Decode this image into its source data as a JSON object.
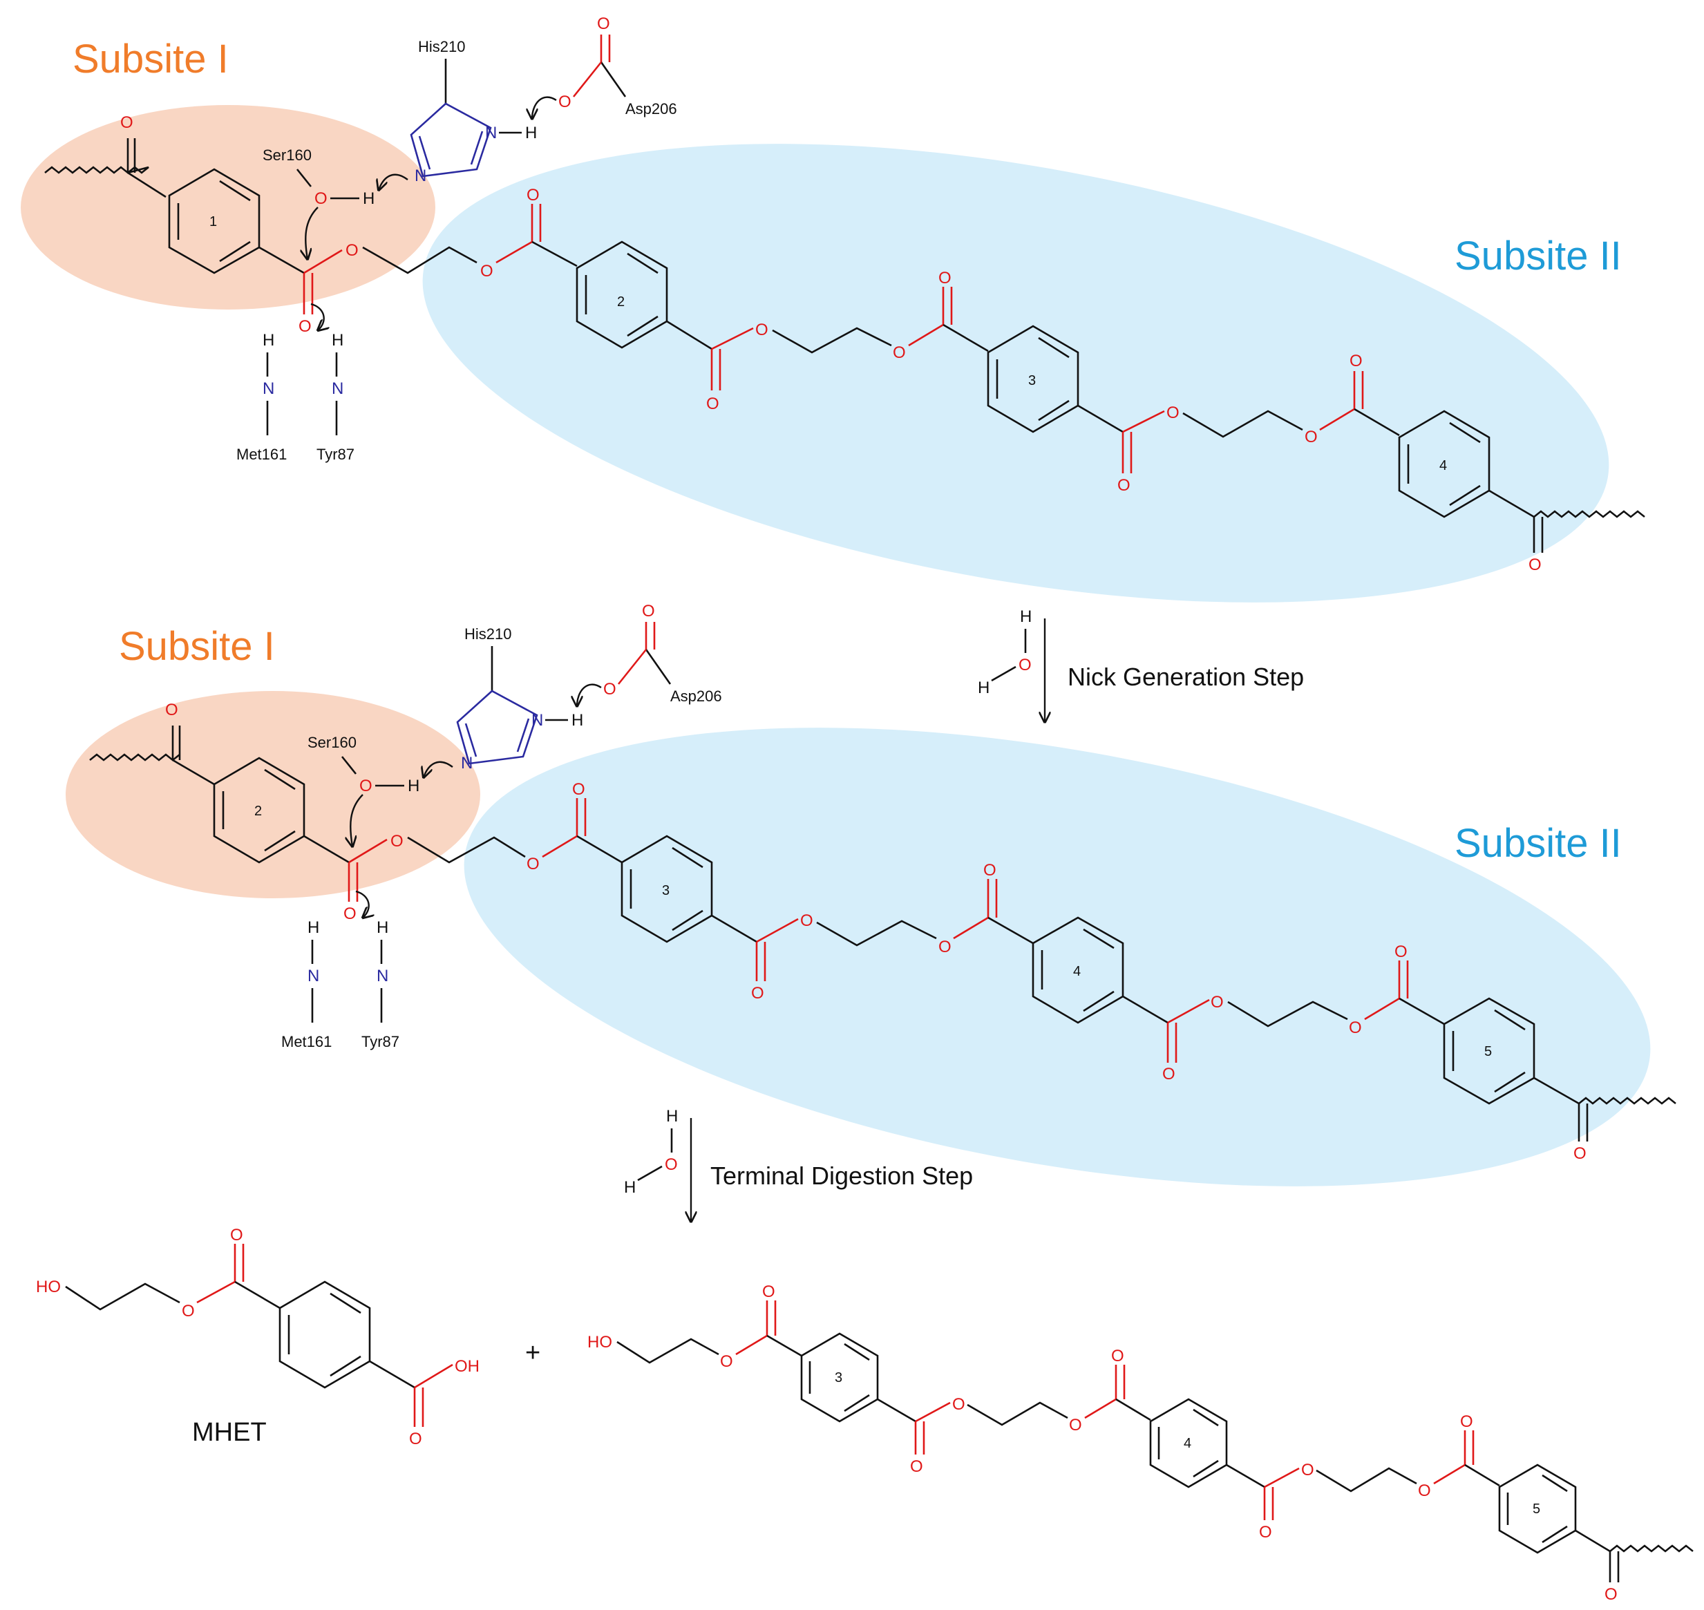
{
  "subsites": {
    "top_subsite_1": "Subsite I",
    "top_subsite_2": "Subsite II",
    "mid_subsite_1": "Subsite I",
    "mid_subsite_2": "Subsite II"
  },
  "residues": {
    "his": "His210",
    "asp": "Asp206",
    "ser": "Ser160",
    "met": "Met161",
    "tyr": "Tyr87"
  },
  "atoms": {
    "O": "O",
    "N": "N",
    "H": "H",
    "HO": "HO",
    "OH": "OH"
  },
  "steps": {
    "nick": "Nick Generation Step",
    "terminal": "Terminal Digestion Step"
  },
  "products": {
    "mhet_label": "MHET",
    "plus": "+"
  },
  "rings": {
    "top": [
      "1",
      "2",
      "3",
      "4"
    ],
    "mid": [
      "2",
      "3",
      "4",
      "5"
    ],
    "bottom": [
      "3",
      "4",
      "5"
    ]
  },
  "colors": {
    "subsite_1_fill": "#f9d6c3",
    "subsite_2_fill": "#d6eefa",
    "subsite_1_text": "#f07c2a",
    "subsite_2_text": "#1e9bd7",
    "oxygen": "#e01818",
    "nitrogen": "#2a2aa0"
  }
}
